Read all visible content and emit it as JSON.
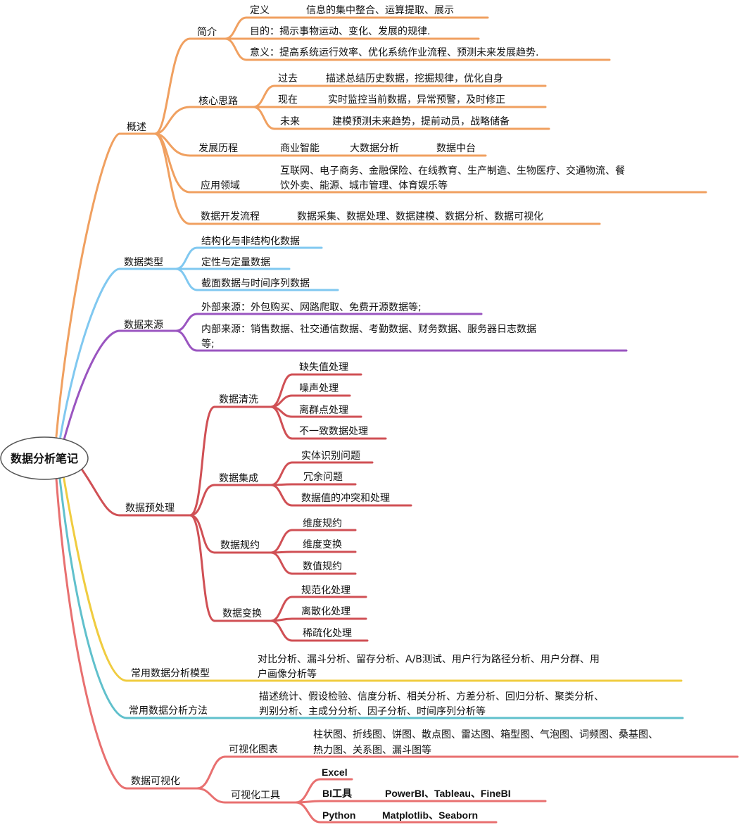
{
  "root": "数据分析笔记",
  "colors": {
    "overview": "#f0a060",
    "types": "#80c8f0",
    "sources": "#9a55c0",
    "preprocess": "#d05055",
    "models": "#f0cc40",
    "methods": "#60c0cc",
    "viz": "#e87070"
  },
  "overview": {
    "label": "概述",
    "intro": {
      "label": "简介",
      "def_key": "定义",
      "def_val": "信息的集中整合、运算提取、展示",
      "purpose": "目的：揭示事物运动、变化、发展的规律.",
      "meaning": "意义：提高系统运行效率、优化系统作业流程、预测未来发展趋势."
    },
    "core": {
      "label": "核心思路",
      "past_key": "过去",
      "past_val": "描述总结历史数据，挖掘规律，优化自身",
      "now_key": "现在",
      "now_val": "实时监控当前数据，异常预警，及时修正",
      "future_key": "未来",
      "future_val": "建模预测未来趋势，提前动员，战略储备"
    },
    "history": {
      "label": "发展历程",
      "items": [
        "商业智能",
        "大数据分析",
        "数据中台"
      ]
    },
    "fields": {
      "label": "应用领域",
      "line1": "互联网、电子商务、金融保险、在线教育、生产制造、生物医疗、交通物流、餐",
      "line2": "饮外卖、能源、城市管理、体育娱乐等"
    },
    "flow": {
      "label": "数据开发流程",
      "value": "数据采集、数据处理、数据建模、数据分析、数据可视化"
    }
  },
  "types": {
    "label": "数据类型",
    "items": [
      "结构化与非结构化数据",
      "定性与定量数据",
      "截面数据与时间序列数据"
    ]
  },
  "sources": {
    "label": "数据来源",
    "external": "外部来源：外包购买、网路爬取、免费开源数据等;",
    "internal_line1": "内部来源：销售数据、社交通信数据、考勤数据、财务数据、服务器日志数据",
    "internal_line2": "等;"
  },
  "preprocess": {
    "label": "数据预处理",
    "cleaning": {
      "label": "数据清洗",
      "items": [
        "缺失值处理",
        "噪声处理",
        "离群点处理",
        "不一致数据处理"
      ]
    },
    "integration": {
      "label": "数据集成",
      "items": [
        "实体识别问题",
        "冗余问题",
        "数据值的冲突和处理"
      ]
    },
    "reduction": {
      "label": "数据规约",
      "items": [
        "维度规约",
        "维度变换",
        "数值规约"
      ]
    },
    "transform": {
      "label": "数据变换",
      "items": [
        "规范化处理",
        "离散化处理",
        "稀疏化处理"
      ]
    }
  },
  "models": {
    "label": "常用数据分析模型",
    "line1": "对比分析、漏斗分析、留存分析、A/B测试、用户行为路径分析、用户分群、用",
    "line2": "户画像分析等"
  },
  "methods": {
    "label": "常用数据分析方法",
    "line1": "描述统计、假设检验、信度分析、相关分析、方差分析、回归分析、聚类分析、",
    "line2": "判别分析、主成分分析、因子分析、时间序列分析等"
  },
  "viz": {
    "label": "数据可视化",
    "charts": {
      "label": "可视化图表",
      "line1": "柱状图、折线图、饼图、散点图、雷达图、箱型图、气泡图、词频图、桑基图、",
      "line2": "热力图、关系图、漏斗图等"
    },
    "tools": {
      "label": "可视化工具",
      "excel": "Excel",
      "bi_key": "BI工具",
      "bi_val": "PowerBI、Tableau、FineBI",
      "py_key": "Python",
      "py_val": "Matplotlib、Seaborn"
    }
  }
}
